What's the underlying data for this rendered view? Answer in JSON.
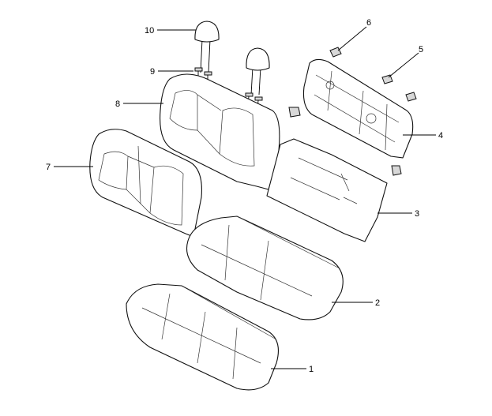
{
  "diagram": {
    "title": "Rear seat exploded view",
    "callouts": [
      {
        "id": "1",
        "text": "1"
      },
      {
        "id": "2",
        "text": "2"
      },
      {
        "id": "3",
        "text": "3"
      },
      {
        "id": "4",
        "text": "4"
      },
      {
        "id": "5",
        "text": "5"
      },
      {
        "id": "6",
        "text": "6"
      },
      {
        "id": "7",
        "text": "7"
      },
      {
        "id": "8",
        "text": "8"
      },
      {
        "id": "9",
        "text": "9"
      },
      {
        "id": "10",
        "text": "10"
      }
    ]
  }
}
